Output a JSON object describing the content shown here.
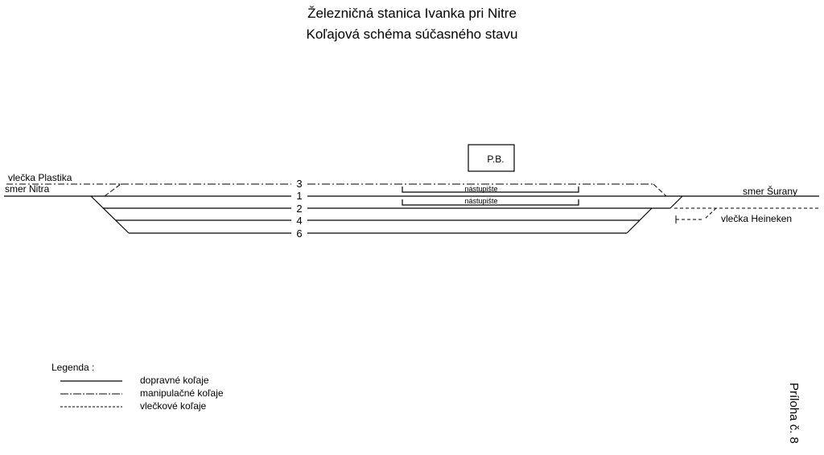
{
  "title": {
    "line1": "Železničná stanica Ivanka pri Nitre",
    "line2": "Koľajová schéma súčasného stavu"
  },
  "building": {
    "label": "P.B."
  },
  "tracks": [
    "3",
    "1",
    "2",
    "4",
    "6"
  ],
  "platforms": [
    "nástupište",
    "nástupište"
  ],
  "directions": {
    "left_siding": "vlečka Plastika",
    "left_main": "smer Nitra",
    "right_main": "smer Šurany",
    "right_siding": "vlečka Heineken"
  },
  "legend": {
    "title": "Legenda :",
    "items": [
      {
        "style": "solid",
        "label": "dopravné koľaje"
      },
      {
        "style": "dashdot",
        "label": "manipulačné koľaje"
      },
      {
        "style": "dashed",
        "label": "vlečkové koľaje"
      }
    ]
  },
  "appendix": "Príloha č. 8"
}
